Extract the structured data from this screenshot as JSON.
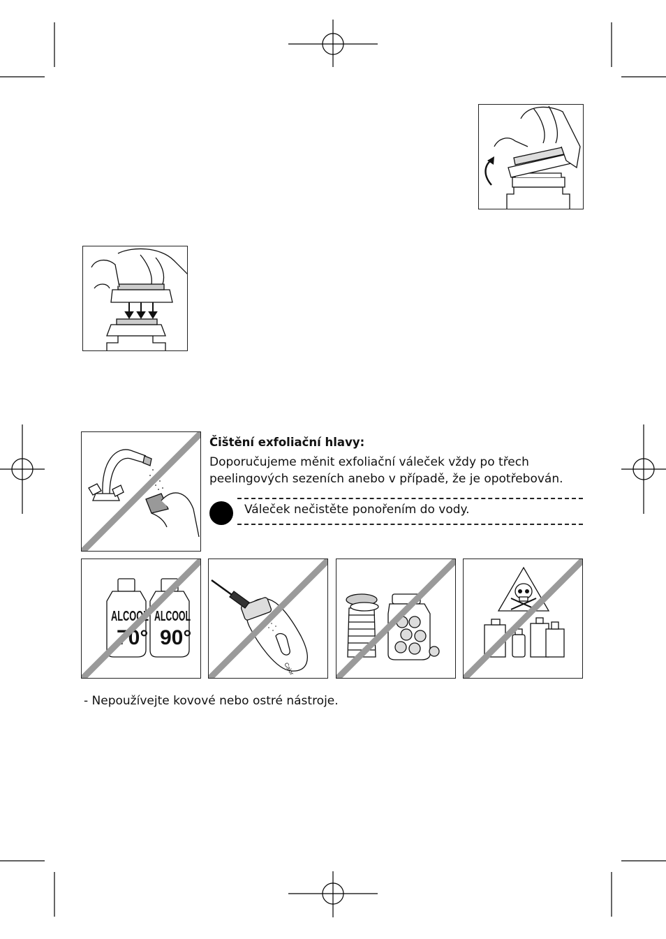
{
  "section": {
    "title": "Čištění exfoliační hlavy:",
    "body_lines": [
      "Doporučujeme měnit exfoliační váleček vždy po třech",
      "peelingových sezeních anebo v případě, že je opotřebován."
    ]
  },
  "warning": {
    "text": "Váleček nečistěte ponořením do vody."
  },
  "bottles": {
    "left_label": "ALCOOL",
    "left_degree": "70°",
    "right_label": "ALCOOL",
    "right_degree": "90°"
  },
  "device_brand": "Calor",
  "note": "- Nepoužívejte kovové nebo ostré nástroje."
}
